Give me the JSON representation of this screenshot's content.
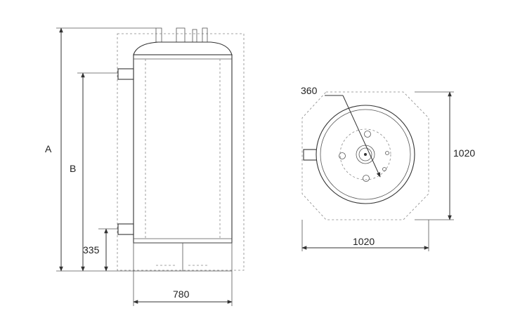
{
  "labels": {
    "height_total": "A",
    "height_upper": "B",
    "height_lower": "335",
    "width_side": "780",
    "diameter_inner": "360",
    "width_top": "1020",
    "depth_top": "1020"
  },
  "colors": {
    "stroke": "#333333",
    "dashed": "#888888",
    "background": "#ffffff"
  }
}
